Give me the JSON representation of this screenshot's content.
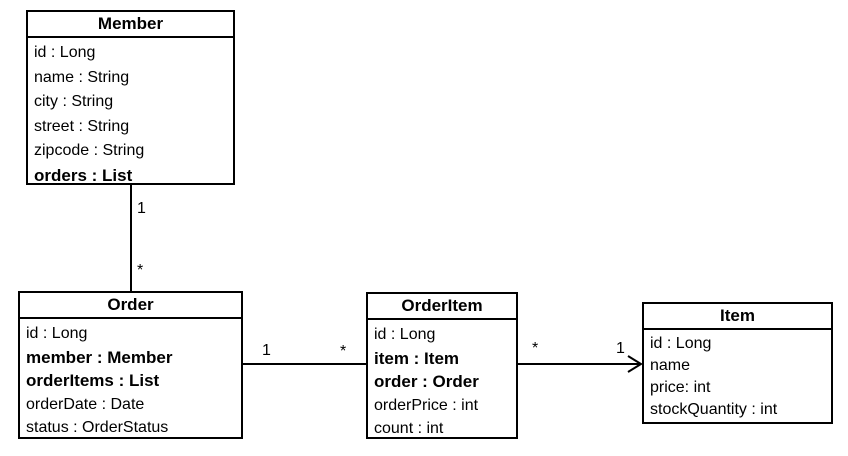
{
  "classes": {
    "member": {
      "name": "Member",
      "attributes": [
        {
          "text": "id : Long",
          "bold": false
        },
        {
          "text": "name : String",
          "bold": false
        },
        {
          "text": "city : String",
          "bold": false
        },
        {
          "text": "street : String",
          "bold": false
        },
        {
          "text": "zipcode : String",
          "bold": false
        },
        {
          "text": "orders : List",
          "bold": true
        }
      ]
    },
    "order": {
      "name": "Order",
      "attributes": [
        {
          "text": "id : Long",
          "bold": false
        },
        {
          "text": "member : Member",
          "bold": true
        },
        {
          "text": "orderItems : List",
          "bold": true
        },
        {
          "text": "orderDate : Date",
          "bold": false
        },
        {
          "text": "status : OrderStatus",
          "bold": false
        }
      ]
    },
    "orderitem": {
      "name": "OrderItem",
      "attributes": [
        {
          "text": "id : Long",
          "bold": false
        },
        {
          "text": "item : Item",
          "bold": true
        },
        {
          "text": "order : Order",
          "bold": true
        },
        {
          "text": "orderPrice : int",
          "bold": false
        },
        {
          "text": "count : int",
          "bold": false
        }
      ]
    },
    "item": {
      "name": "Item",
      "attributes": [
        {
          "text": "id : Long",
          "bold": false
        },
        {
          "text": "name",
          "bold": false
        },
        {
          "text": "price: int",
          "bold": false
        },
        {
          "text": "stockQuantity : int",
          "bold": false
        }
      ]
    }
  },
  "associations": {
    "member_order": {
      "member_end": "1",
      "order_end": "*"
    },
    "order_orderitem": {
      "order_end": "1",
      "orderitem_end": "*"
    },
    "orderitem_item": {
      "orderitem_end": "*",
      "item_end": "1"
    }
  }
}
